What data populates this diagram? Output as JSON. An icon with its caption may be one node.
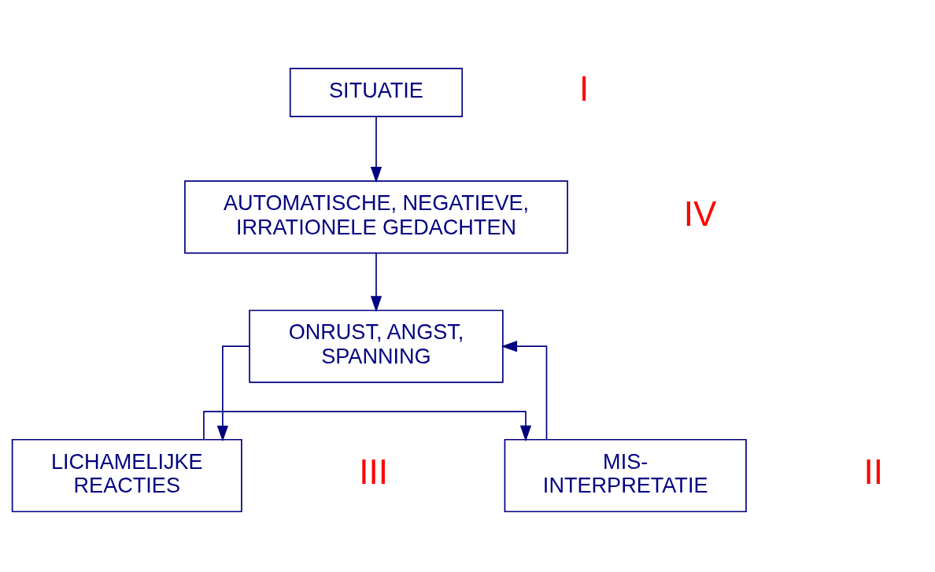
{
  "diagram": {
    "nodes": [
      {
        "text": [
          "SITUATIE"
        ],
        "beside": [
          "I"
        ]
      },
      {
        "text": [
          "AUTOMATISCHE, NEGATIEVE, IRRATIONELE GEDACHTEN"
        ],
        "beside": [
          "IV"
        ]
      },
      {
        "text": [
          "ONRUST, ANGST, SPANNING"
        ]
      },
      {
        "text": [
          "MIS- INTERPRETATIE"
        ],
        "beside": [
          "II"
        ]
      },
      {
        "text": [
          "LICHAMELIJKE REACTIES"
        ],
        "beside": [
          "III"
        ]
      }
    ],
    "edges": [
      {
        "from": 0,
        "to": 1,
        "arrow": "to"
      },
      {
        "from": 1,
        "to": 2,
        "arrow": "to"
      },
      {
        "from": 2,
        "to": 4,
        "arrow": "to"
      },
      {
        "from": 4,
        "to": 3,
        "arrow": "to"
      },
      {
        "from": 3,
        "to": 2,
        "arrow": "to"
      }
    ]
  }
}
